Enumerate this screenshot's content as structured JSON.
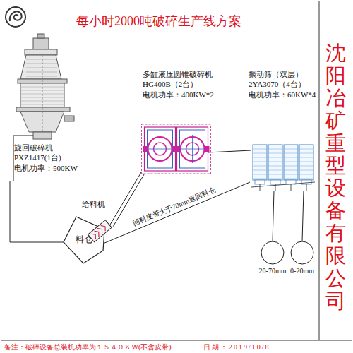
{
  "diagram": {
    "title": "每小时2000吨破碎生产线方案",
    "nodes": [
      {
        "text": [
          "旋回破碎机",
          "PXZ1417(1台)",
          "电机功率：500KW"
        ]
      },
      {
        "text": [
          "料仓"
        ]
      },
      {
        "text": [
          "给料机"
        ]
      },
      {
        "text": [
          "多缸液压圆锥破碎机",
          "HG400B（2台）",
          "电机功率：400KW*2"
        ]
      },
      {
        "text": [
          "振动筛（双层）",
          "2YA3070（4台）",
          "电机功率：60KW*4"
        ]
      },
      {
        "text": [
          "20-70mm"
        ]
      },
      {
        "text": [
          "0-20mm"
        ]
      }
    ],
    "edges": [
      {
        "from": 0,
        "to": 1,
        "arrow": "none"
      },
      {
        "from": 2,
        "to": 3,
        "arrow": "none"
      },
      {
        "from": 3,
        "to": 4,
        "arrow": "none"
      },
      {
        "from": 4,
        "to": 1,
        "label": "回料皮带大于70mm返回料仓",
        "arrow": "none"
      },
      {
        "from": 4,
        "to": 5,
        "arrow": "none"
      },
      {
        "from": 4,
        "to": 6,
        "arrow": "none"
      }
    ],
    "labels": [
      "沈阳冶矿重型设备有限公司",
      "备注：破碎设备总装机功率为１５４０ＫＷ(不含皮带)",
      "日期：2019/10/8"
    ]
  }
}
